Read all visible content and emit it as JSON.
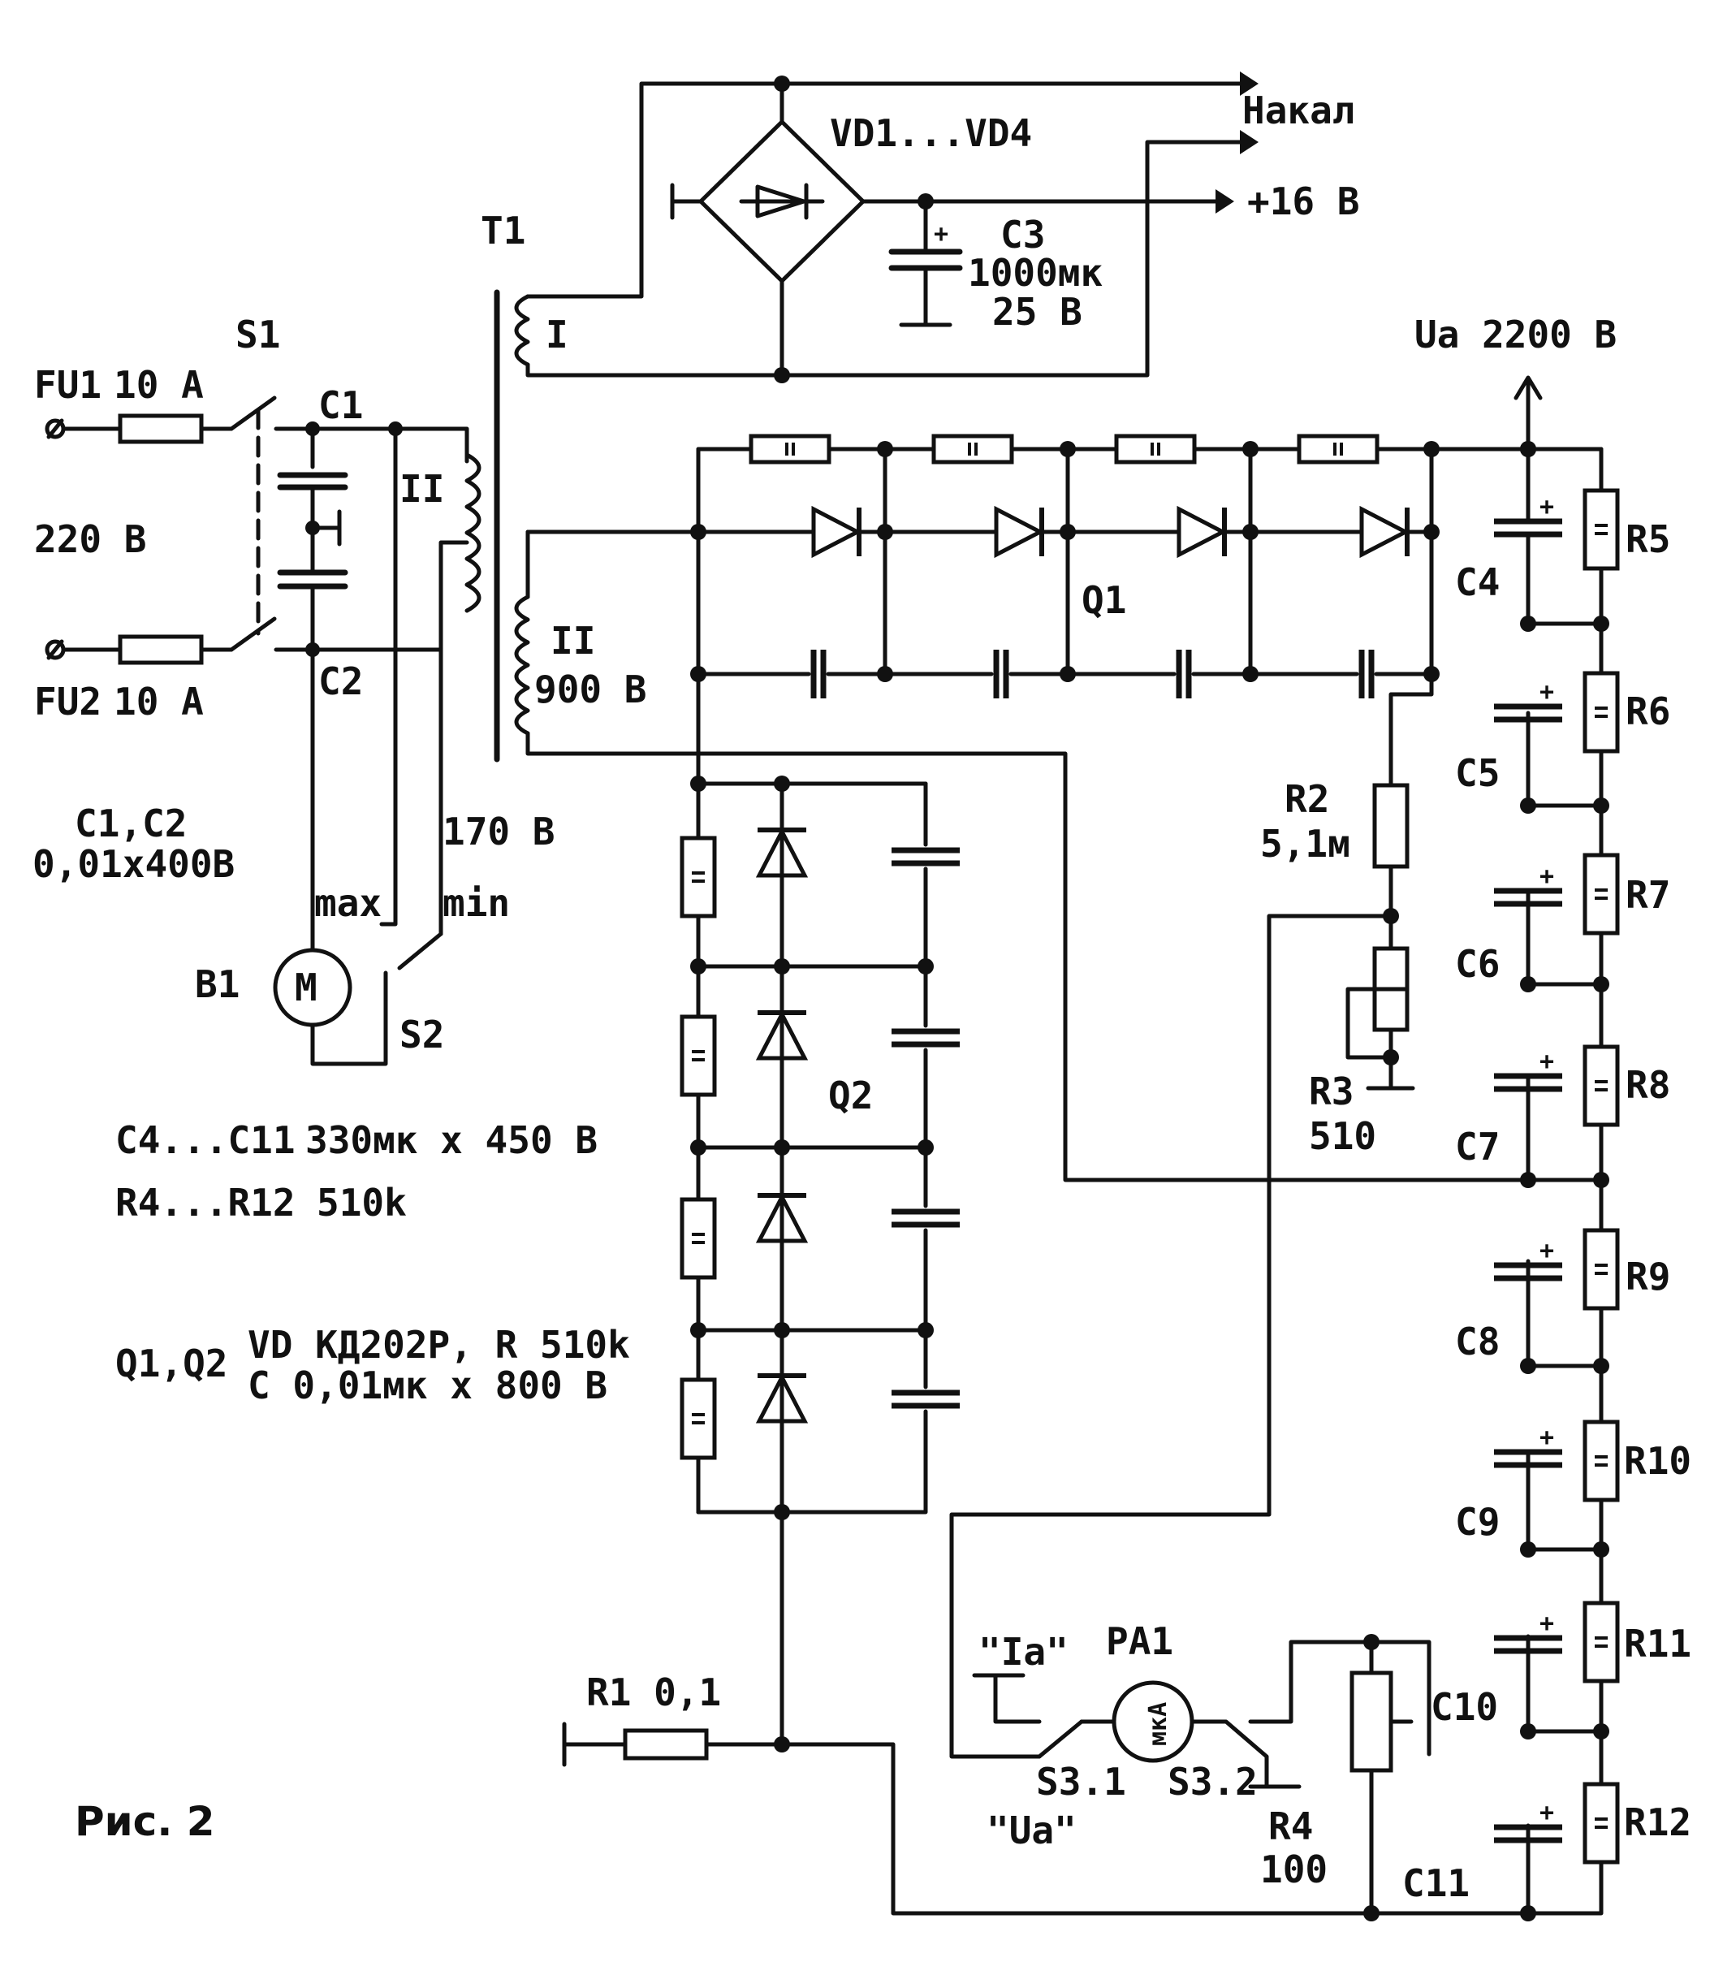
{
  "labels": {
    "fu1": "FU1",
    "fu1_rating": "10 A",
    "fu2": "FU2",
    "fu2_rating": "10 A",
    "s1": "S1",
    "mains": "220 B",
    "c1": "C1",
    "c2": "C2",
    "c1c2_name": "C1,C2",
    "c1c2_value": "0,01x400B",
    "t1": "T1",
    "winding_i": "I",
    "winding_ii_primary": "II",
    "winding_ii": "II",
    "winding_ii_voltage": "900 B",
    "tap_170": "170 B",
    "max": "max",
    "min": "min",
    "b1": "B1",
    "motor": "M",
    "s2": "S2",
    "vd_bridge": "VD1...VD4",
    "nakal": "Накал",
    "plus16": "+16 B",
    "c3": "C3",
    "c3_cap": "1000мк",
    "c3_volt": "25 B",
    "ua_out": "Ua 2200 B",
    "q1": "Q1",
    "q2": "Q2",
    "r2": "R2",
    "r2_value": "5,1м",
    "r3": "R3",
    "r3_value": "510",
    "r1": "R1 0,1",
    "pa1": "PA1",
    "mka": "мкА",
    "ia_label": "\"Ia\"",
    "ua_label": "\"Ua\"",
    "s31": "S3.1",
    "s32": "S3.2",
    "r4": "R4",
    "r4_value": "100",
    "c_list": [
      "C4",
      "C5",
      "C6",
      "C7",
      "C8",
      "C9",
      "C10",
      "C11"
    ],
    "r_list": [
      "R5",
      "R6",
      "R7",
      "R8",
      "R9",
      "R10",
      "R11",
      "R12"
    ],
    "note_c_name": "C4...C11",
    "note_c_value": "330мк x 450 B",
    "note_r_name": "R4...R12",
    "note_r_value": "510k",
    "note_q_name": "Q1,Q2",
    "note_q_line1": "VD КД202Р, R 510k",
    "note_q_line2": "C 0,01мк x 800 B",
    "fig": "Рис. 2"
  }
}
